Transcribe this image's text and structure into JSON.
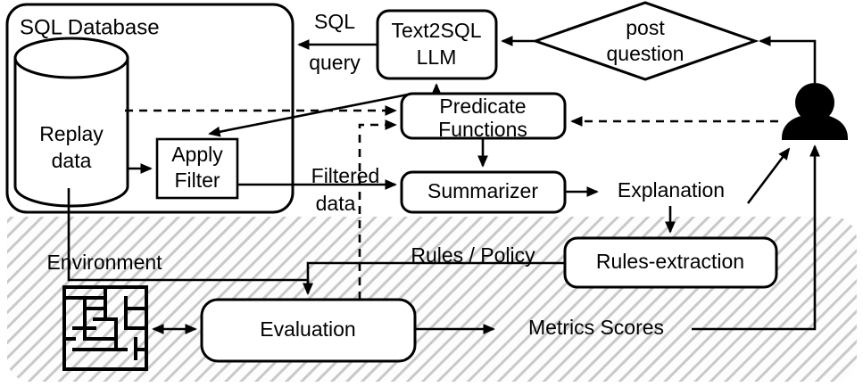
{
  "diagram": {
    "title": "Text2SQL evaluation pipeline architecture",
    "colors": {
      "stroke": "#000000",
      "fill": "#ffffff",
      "hatch": "#c8c8c8",
      "hatch_bg": "#fdfdfd"
    },
    "containers": [
      {
        "id": "sql-database",
        "label": "SQL Database",
        "shape": "rounded-rect"
      },
      {
        "id": "environment-region",
        "label": "Environment",
        "shape": "rounded-rect-hatched"
      }
    ],
    "nodes": [
      {
        "id": "replay-data",
        "label_line1": "Replay",
        "label_line2": "data",
        "shape": "cylinder"
      },
      {
        "id": "apply-filter",
        "label_line1": "Apply",
        "label_line2": "Filter",
        "shape": "rect"
      },
      {
        "id": "text2sql-llm",
        "label_line1": "Text2SQL",
        "label_line2": "LLM",
        "shape": "rounded-rect"
      },
      {
        "id": "post-question",
        "label_line1": "post",
        "label_line2": "question",
        "shape": "diamond"
      },
      {
        "id": "predicate-functions",
        "label_line1": "Predicate",
        "label_line2": "Functions",
        "shape": "rounded-rect"
      },
      {
        "id": "summarizer",
        "label_line1": "Summarizer",
        "label_line2": "",
        "shape": "rounded-rect"
      },
      {
        "id": "rules-extraction",
        "label_line1": "Rules-extraction",
        "label_line2": "",
        "shape": "rounded-rect"
      },
      {
        "id": "evaluation",
        "label_line1": "Evaluation",
        "label_line2": "",
        "shape": "rounded-rect"
      },
      {
        "id": "user",
        "label_line1": "",
        "label_line2": "",
        "shape": "person-icon"
      },
      {
        "id": "maze",
        "label_line1": "",
        "label_line2": "",
        "shape": "maze-icon"
      }
    ],
    "edge_labels": [
      {
        "id": "sql-query",
        "line1": "SQL",
        "line2": "query"
      },
      {
        "id": "filtered-data",
        "line1": "Filtered",
        "line2": "data"
      },
      {
        "id": "explanation",
        "line1": "Explanation",
        "line2": ""
      },
      {
        "id": "rules-policy",
        "line1": "Rules / Policy",
        "line2": ""
      },
      {
        "id": "metrics-scores",
        "line1": "Metrics Scores",
        "line2": ""
      }
    ],
    "edges": [
      {
        "from": "user",
        "to": "post-question",
        "style": "solid"
      },
      {
        "from": "post-question",
        "to": "text2sql-llm",
        "style": "solid"
      },
      {
        "from": "text2sql-llm",
        "to": "sql-database",
        "style": "solid",
        "label": "SQL query"
      },
      {
        "from": "sql-database",
        "to": "apply-filter",
        "style": "solid"
      },
      {
        "from": "predicate-functions",
        "to": "text2sql-llm",
        "style": "solid"
      },
      {
        "from": "predicate-functions",
        "to": "apply-filter",
        "style": "solid"
      },
      {
        "from": "replay-data",
        "to": "predicate-functions",
        "style": "dashed"
      },
      {
        "from": "user",
        "to": "predicate-functions",
        "style": "dashed"
      },
      {
        "from": "evaluation",
        "to": "predicate-functions",
        "style": "dashed"
      },
      {
        "from": "replay-data",
        "to": "apply-filter",
        "style": "solid"
      },
      {
        "from": "apply-filter",
        "to": "summarizer",
        "style": "solid",
        "label": "Filtered data"
      },
      {
        "from": "predicate-functions",
        "to": "summarizer",
        "style": "solid"
      },
      {
        "from": "summarizer",
        "to": "explanation",
        "style": "solid"
      },
      {
        "from": "explanation",
        "to": "user",
        "style": "solid"
      },
      {
        "from": "explanation",
        "to": "rules-extraction",
        "style": "solid"
      },
      {
        "from": "rules-extraction",
        "to": "evaluation",
        "style": "solid",
        "label": "Rules / Policy"
      },
      {
        "from": "replay-data",
        "to": "evaluation",
        "style": "solid"
      },
      {
        "from": "maze",
        "to": "evaluation",
        "style": "bidirectional"
      },
      {
        "from": "evaluation",
        "to": "metrics-scores",
        "style": "solid"
      },
      {
        "from": "metrics-scores",
        "to": "user",
        "style": "solid"
      }
    ]
  }
}
